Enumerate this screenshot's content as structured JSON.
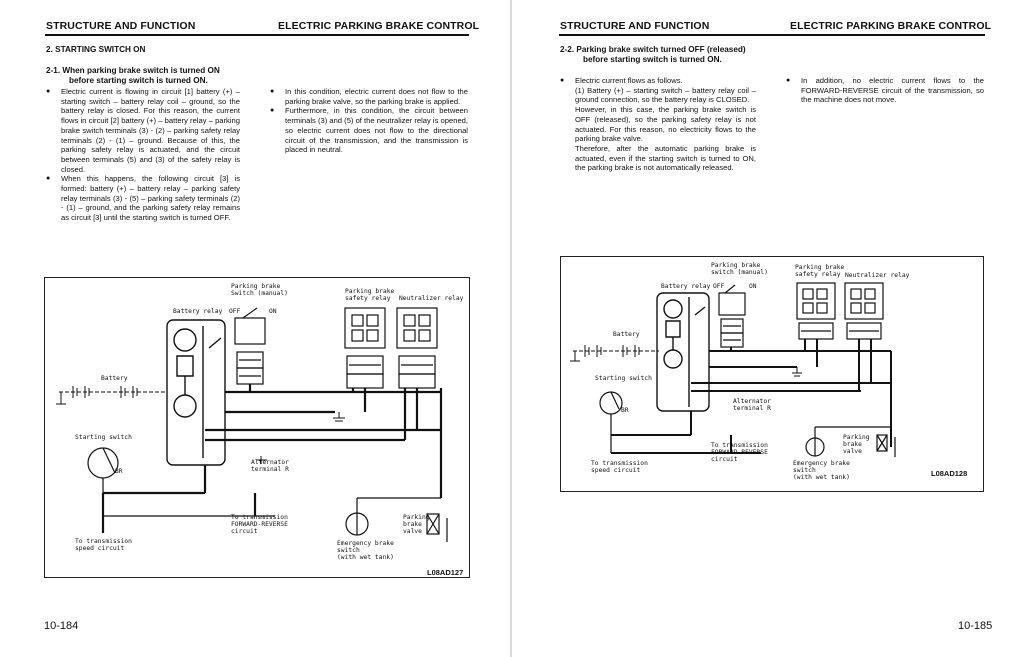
{
  "left": {
    "header_left": "STRUCTURE AND FUNCTION",
    "header_right": "ELECTRIC PARKING BRAKE CONTROL",
    "section_title": "2.  STARTING SWITCH ON",
    "subsection_line1": "2-1.  When parking brake switch is turned ON",
    "subsection_line2": "before starting switch is turned ON.",
    "col1_bullets": [
      "Electric current is flowing in circuit [1] battery (+) – starting switch – battery relay coil – ground, so the battery relay is closed. For this reason, the current flows in circuit [2] battery (+) – battery relay – parking brake switch terminals (3) - (2) – parking safety relay terminals (2) - (1) – ground. Because of this, the parking safety relay is actuated, and the circuit between terminals (5) and (3) of the safety relay is closed.",
      "When this happens, the following circuit [3] is formed: battery (+) – battery relay – parking safety relay terminals (3) - (5) – parking safety terminals (2) - (1) – ground, and the parking safety relay remains as circuit [3] until the starting switch is turned OFF."
    ],
    "col2_bullets": [
      "In this condition, electric current does not flow to the parking brake valve, so the parking brake is applied.",
      "Furthermore, in this condition, the circuit between terminals (3) and (5) of the neutralizer relay is opened, so electric current does not flow to the directional circuit of the transmission, and the transmission is placed in neutral."
    ],
    "diagram": {
      "parking_brake_switch": "Parking brake\nSwitch (manual)",
      "battery_relay": "Battery relay",
      "off": "OFF",
      "on": "ON",
      "parking_brake_safety_relay": "Parking brake\nsafety relay",
      "neutralizer_relay": "Neutralizer relay",
      "battery": "Battery",
      "starting_switch": "Starting switch",
      "br": "BR",
      "alternator": "Alternator\nterminal R",
      "to_forward_reverse": "To transmission\nFORWARD-REVERSE\ncircuit",
      "to_speed": "To transmission\nspeed circuit",
      "parking_brake_valve": "Parking\nbrake\nvalve",
      "emergency_brake": "Emergency brake\nswitch\n(with wet tank)",
      "code": "L08AD127"
    },
    "page_number": "10-184"
  },
  "right": {
    "header_left": "STRUCTURE AND FUNCTION",
    "header_right": "ELECTRIC PARKING BRAKE CONTROL",
    "subsection_line1": "2-2.  Parking brake switch turned OFF (released)",
    "subsection_line2": "before starting switch is turned ON.",
    "col1_bullet_lines": [
      "Electric current flows as follows.",
      "(1) Battery (+) – starting switch – battery relay coil – ground connection, so the battery relay is CLOSED.",
      "However, in this case, the parking brake switch is OFF (released), so the parking safety relay is not actuated. For this reason, no electricity flows to the parking brake valve.",
      "Therefore, after the automatic parking brake is actuated, even if the starting switch is turned to ON, the parking brake is not automatically released."
    ],
    "col2_bullets": [
      "In addition, no electric current flows to the FORWARD-REVERSE circuit of the transmission, so the machine does not move."
    ],
    "diagram": {
      "parking_brake_switch": "Parking brake\nswitch (manual)",
      "parking_brake_safety_relay": "Parking brake\nsafety relay",
      "neutralizer_relay": "Neutralizer relay",
      "battery_relay": "Battery relay",
      "off": "OFF",
      "on": "ON",
      "battery": "Battery",
      "starting_switch": "Starting switch",
      "br": "BR",
      "alternator": "Alternator\nterminal R",
      "to_forward_reverse": "To transmission\nFORWARD-REVERSE\ncircuit",
      "to_speed": "To transmission\nspeed circuit",
      "parking_brake_valve": "Parking\nbrake\nvalve",
      "emergency_brake": "Emergency brake\nswitch\n(with wet tank)",
      "code": "L08AD128"
    },
    "page_number": "10-185"
  }
}
